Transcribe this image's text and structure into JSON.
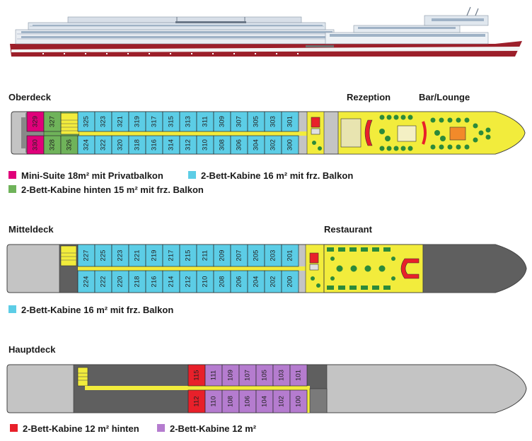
{
  "colors": {
    "suite": "#e0007a",
    "rear": "#6fb35a",
    "balcony": "#5ccde6",
    "hinten12": "#e8202a",
    "std12": "#b57ccf",
    "hull": "#8c8c8c",
    "hullLight": "#c7c7c7",
    "public": "#f2ec3c"
  },
  "decks": [
    {
      "key": "oberdeck",
      "name": "Oberdeck",
      "areas": [
        "Rezeption",
        "Bar/Lounge"
      ],
      "legend": [
        {
          "color": "suite",
          "text": "Mini-Suite 18m² mit Privatbalkon"
        },
        {
          "color": "balcony",
          "text": "2-Bett-Kabine 16 m² mit frz. Balkon"
        },
        {
          "color": "rear",
          "text": "2-Bett-Kabine hinten 15 m² mit frz. Balkon"
        }
      ],
      "cabins": [
        {
          "top": "329",
          "bottom": "330",
          "color": "suite"
        },
        {
          "top": "327",
          "bottom": "328",
          "color": "rear"
        },
        {
          "top": "",
          "bottom": "326",
          "color": "rear"
        },
        {
          "top": "325",
          "bottom": "324",
          "color": "balcony"
        },
        {
          "top": "323",
          "bottom": "322",
          "color": "balcony"
        },
        {
          "top": "321",
          "bottom": "320",
          "color": "balcony"
        },
        {
          "top": "319",
          "bottom": "318",
          "color": "balcony"
        },
        {
          "top": "317",
          "bottom": "316",
          "color": "balcony"
        },
        {
          "top": "315",
          "bottom": "314",
          "color": "balcony"
        },
        {
          "top": "313",
          "bottom": "312",
          "color": "balcony"
        },
        {
          "top": "311",
          "bottom": "310",
          "color": "balcony"
        },
        {
          "top": "309",
          "bottom": "308",
          "color": "balcony"
        },
        {
          "top": "307",
          "bottom": "306",
          "color": "balcony"
        },
        {
          "top": "305",
          "bottom": "304",
          "color": "balcony"
        },
        {
          "top": "303",
          "bottom": "302",
          "color": "balcony"
        },
        {
          "top": "301",
          "bottom": "300",
          "color": "balcony"
        }
      ]
    },
    {
      "key": "mitteldeck",
      "name": "Mitteldeck",
      "areas": [
        "Restaurant"
      ],
      "legend": [
        {
          "color": "balcony",
          "text": "2-Bett-Kabine 16 m² mit frz. Balkon"
        }
      ],
      "cabins": [
        {
          "top": "227",
          "bottom": "224",
          "color": "balcony"
        },
        {
          "top": "225",
          "bottom": "222",
          "color": "balcony"
        },
        {
          "top": "223",
          "bottom": "220",
          "color": "balcony"
        },
        {
          "top": "221",
          "bottom": "218",
          "color": "balcony"
        },
        {
          "top": "219",
          "bottom": "216",
          "color": "balcony"
        },
        {
          "top": "217",
          "bottom": "214",
          "color": "balcony"
        },
        {
          "top": "215",
          "bottom": "212",
          "color": "balcony"
        },
        {
          "top": "211",
          "bottom": "210",
          "color": "balcony"
        },
        {
          "top": "209",
          "bottom": "208",
          "color": "balcony"
        },
        {
          "top": "207",
          "bottom": "206",
          "color": "balcony"
        },
        {
          "top": "205",
          "bottom": "204",
          "color": "balcony"
        },
        {
          "top": "203",
          "bottom": "202",
          "color": "balcony"
        },
        {
          "top": "201",
          "bottom": "200",
          "color": "balcony"
        }
      ]
    },
    {
      "key": "hauptdeck",
      "name": "Hauptdeck",
      "areas": [],
      "legend": [
        {
          "color": "hinten12",
          "text": "2-Bett-Kabine 12 m² hinten"
        },
        {
          "color": "std12",
          "text": "2-Bett-Kabine 12 m²"
        }
      ],
      "cabins": [
        {
          "top": "115",
          "bottom": "112",
          "color": "hinten12"
        },
        {
          "top": "111",
          "bottom": "110",
          "color": "std12"
        },
        {
          "top": "109",
          "bottom": "108",
          "color": "std12"
        },
        {
          "top": "107",
          "bottom": "106",
          "color": "std12"
        },
        {
          "top": "105",
          "bottom": "104",
          "color": "std12"
        },
        {
          "top": "103",
          "bottom": "102",
          "color": "std12"
        },
        {
          "top": "101",
          "bottom": "100",
          "color": "std12"
        }
      ]
    }
  ]
}
